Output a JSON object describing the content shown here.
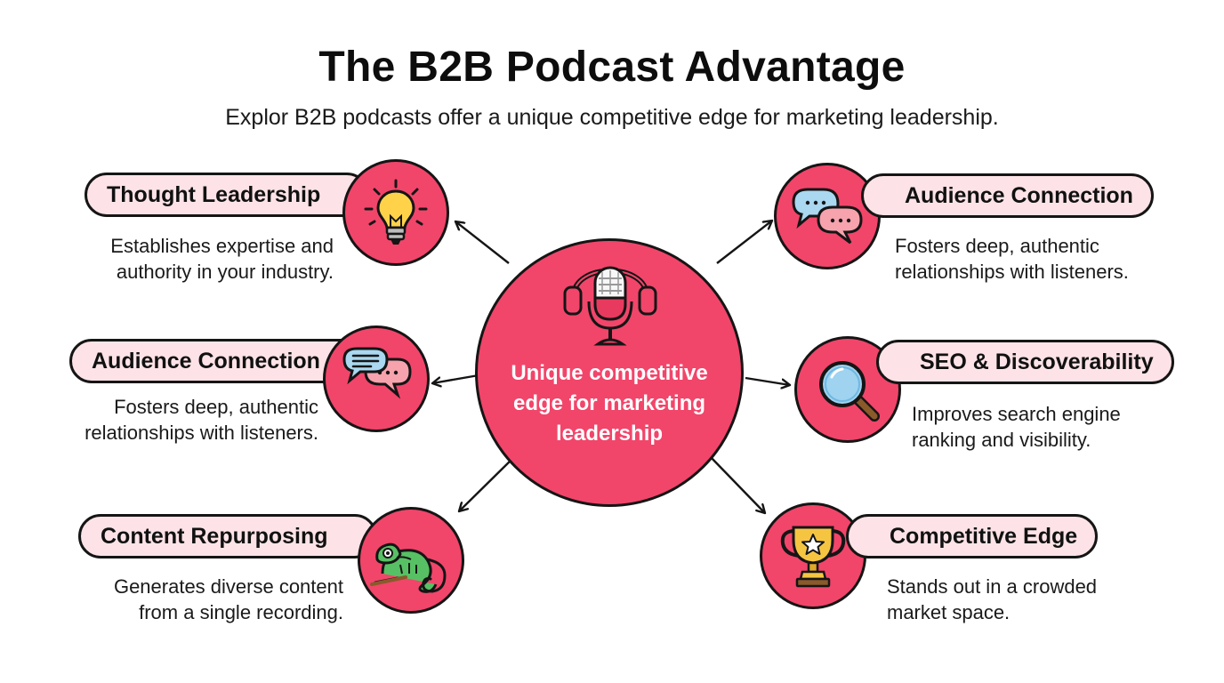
{
  "title": "The B2B Podcast Advantage",
  "subtitle": "Explor B2B podcasts offer a unique competitive edge for marketing leadership.",
  "hub": {
    "label_lines": [
      "Unique competitive",
      "edge for marketing",
      "leadership"
    ],
    "icon": "podcast-microphone-headphones-icon"
  },
  "colors": {
    "accent": "#f2456a",
    "pill_fill": "#fde3e7",
    "outline": "#151515"
  },
  "nodes": {
    "thought_leadership": {
      "title": "Thought Leadership",
      "lines": [
        "Establishes expertise and",
        "authority in your industry."
      ],
      "icon": "lightbulb-icon"
    },
    "audience_connection_left": {
      "title": "Audience Connection",
      "lines": [
        "Fosters deep, authentic",
        "relationships with listeners."
      ],
      "icon": "chat-bubbles-icon"
    },
    "content_repurposing": {
      "title": "Content Repurposing",
      "lines": [
        "Generates diverse content",
        "from a single recording."
      ],
      "icon": "chameleon-icon"
    },
    "audience_connection_right": {
      "title": "Audience Connection",
      "lines": [
        "Fosters deep, authentic",
        "relationships with listeners."
      ],
      "icon": "chat-bubbles-icon"
    },
    "seo_discoverability": {
      "title": "SEO & Discoverability",
      "lines": [
        "Improves search engine",
        "ranking and visibility."
      ],
      "icon": "magnifying-glass-icon"
    },
    "competitive_edge": {
      "title": "Competitive Edge",
      "lines": [
        "Stands out in a crowded",
        "market space."
      ],
      "icon": "trophy-icon"
    }
  }
}
